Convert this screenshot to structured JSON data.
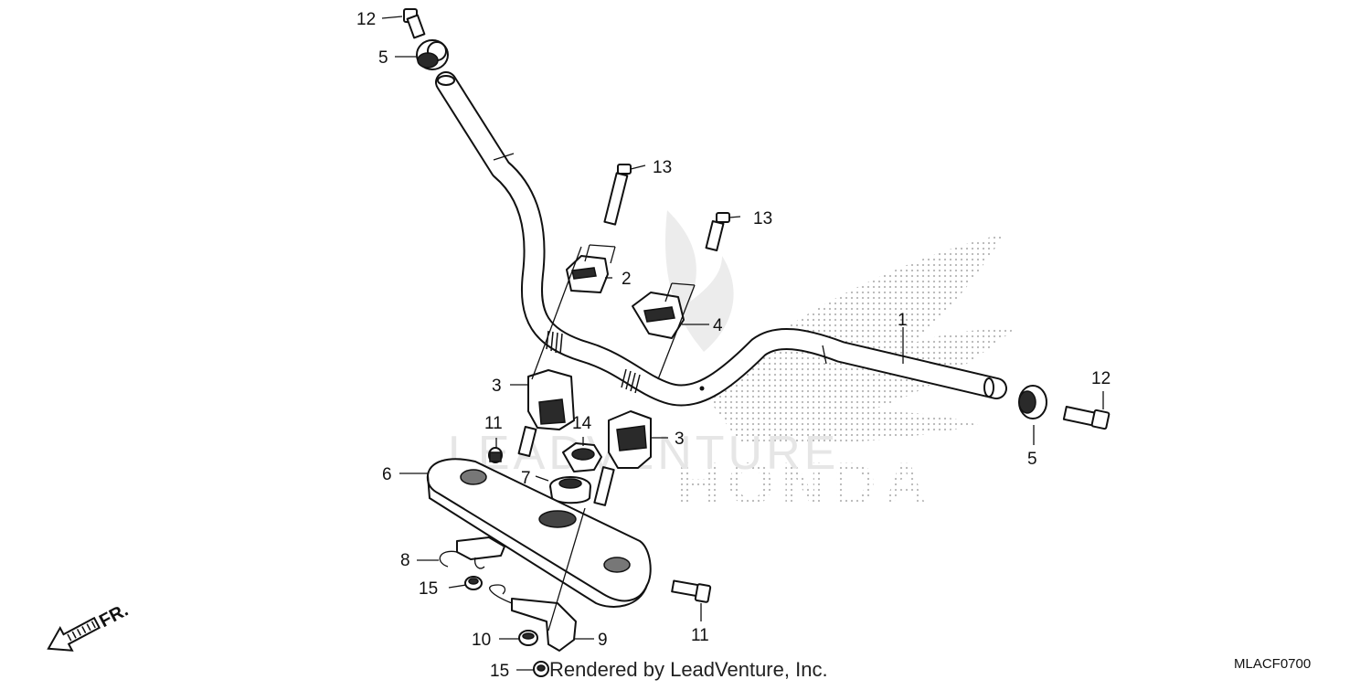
{
  "diagram": {
    "diagram_code": "MLACF0700",
    "credit": "Rendered by LeadVenture, Inc.",
    "watermark_brand": "HONDA",
    "watermark_renderer": "LEADVENTURE",
    "front_arrow_label": "FR.",
    "parts": [
      {
        "ref": "1"
      },
      {
        "ref": "2"
      },
      {
        "ref": "3"
      },
      {
        "ref": "4"
      },
      {
        "ref": "5"
      },
      {
        "ref": "6"
      },
      {
        "ref": "7"
      },
      {
        "ref": "8"
      },
      {
        "ref": "9"
      },
      {
        "ref": "10"
      },
      {
        "ref": "11"
      },
      {
        "ref": "12"
      },
      {
        "ref": "13"
      },
      {
        "ref": "14"
      },
      {
        "ref": "15"
      }
    ]
  }
}
